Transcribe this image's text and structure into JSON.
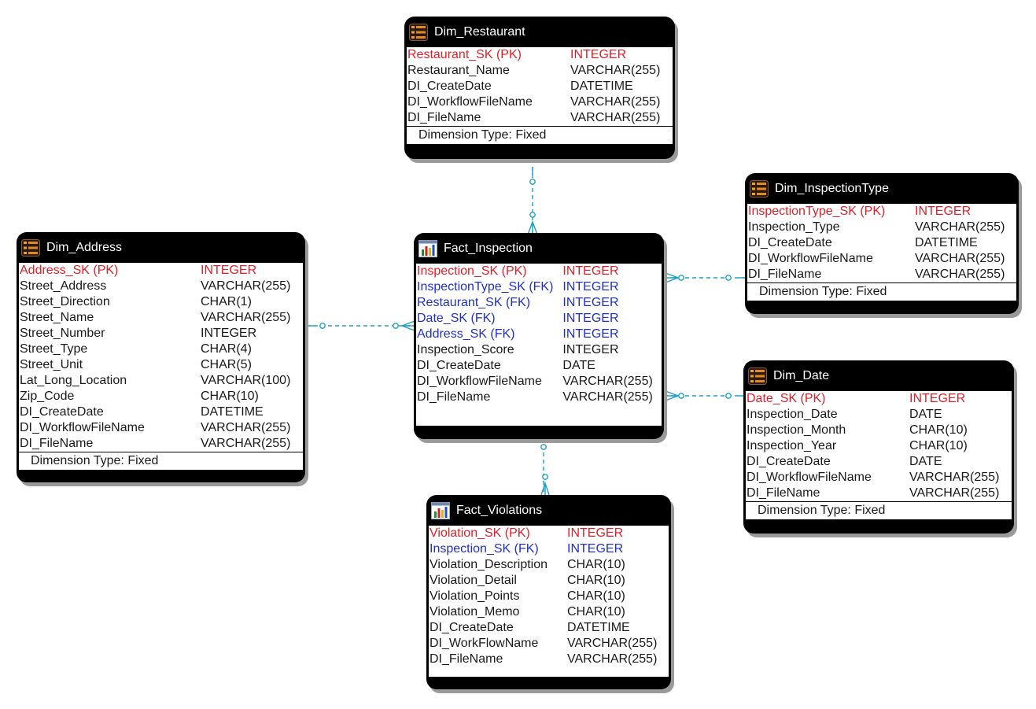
{
  "colors": {
    "pk": "#e0202a",
    "fk": "#2030c8",
    "connector": "#1ea0c8",
    "header": "#000000"
  },
  "icons": {
    "dimension": "list-icon",
    "fact": "table-chart-icon"
  },
  "entities": {
    "dim_restaurant": {
      "title": "Dim_Restaurant",
      "attributes": [
        {
          "name": "Restaurant_SK (PK)",
          "type": "INTEGER",
          "key": "pk"
        },
        {
          "name": "Restaurant_Name",
          "type": "VARCHAR(255)",
          "key": ""
        },
        {
          "name": "DI_CreateDate",
          "type": "DATETIME",
          "key": ""
        },
        {
          "name": "DI_WorkflowFileName",
          "type": "VARCHAR(255)",
          "key": ""
        },
        {
          "name": "DI_FileName",
          "type": "VARCHAR(255)",
          "key": ""
        }
      ],
      "footer": "Dimension Type: Fixed"
    },
    "dim_inspection_type": {
      "title": "Dim_InspectionType",
      "attributes": [
        {
          "name": "InspectionType_SK (PK)",
          "type": "INTEGER",
          "key": "pk"
        },
        {
          "name": "Inspection_Type",
          "type": "VARCHAR(255)",
          "key": ""
        },
        {
          "name": "DI_CreateDate",
          "type": "DATETIME",
          "key": ""
        },
        {
          "name": "DI_WorkflowFileName",
          "type": "VARCHAR(255)",
          "key": ""
        },
        {
          "name": "DI_FileName",
          "type": "VARCHAR(255)",
          "key": ""
        }
      ],
      "footer": "Dimension Type: Fixed"
    },
    "dim_address": {
      "title": "Dim_Address",
      "attributes": [
        {
          "name": "Address_SK (PK)",
          "type": "INTEGER",
          "key": "pk"
        },
        {
          "name": "Street_Address",
          "type": "VARCHAR(255)",
          "key": ""
        },
        {
          "name": "Street_Direction",
          "type": "CHAR(1)",
          "key": ""
        },
        {
          "name": "Street_Name",
          "type": "VARCHAR(255)",
          "key": ""
        },
        {
          "name": "Street_Number",
          "type": "INTEGER",
          "key": ""
        },
        {
          "name": "Street_Type",
          "type": "CHAR(4)",
          "key": ""
        },
        {
          "name": "Street_Unit",
          "type": "CHAR(5)",
          "key": ""
        },
        {
          "name": "Lat_Long_Location",
          "type": "VARCHAR(100)",
          "key": ""
        },
        {
          "name": "Zip_Code",
          "type": "CHAR(10)",
          "key": ""
        },
        {
          "name": "DI_CreateDate",
          "type": "DATETIME",
          "key": ""
        },
        {
          "name": "DI_WorkflowFileName",
          "type": "VARCHAR(255)",
          "key": ""
        },
        {
          "name": "DI_FileName",
          "type": "VARCHAR(255)",
          "key": ""
        }
      ],
      "footer": "Dimension Type: Fixed"
    },
    "fact_inspection": {
      "title": "Fact_Inspection",
      "attributes": [
        {
          "name": "Inspection_SK (PK)",
          "type": "INTEGER",
          "key": "pk"
        },
        {
          "name": "InspectionType_SK (FK)",
          "type": "INTEGER",
          "key": "fk"
        },
        {
          "name": "Restaurant_SK (FK)",
          "type": "INTEGER",
          "key": "fk"
        },
        {
          "name": "Date_SK (FK)",
          "type": "INTEGER",
          "key": "fk"
        },
        {
          "name": "Address_SK (FK)",
          "type": "INTEGER",
          "key": "fk"
        },
        {
          "name": "Inspection_Score",
          "type": "INTEGER",
          "key": ""
        },
        {
          "name": "DI_CreateDate",
          "type": "DATE",
          "key": ""
        },
        {
          "name": "DI_WorkflowFileName",
          "type": "VARCHAR(255)",
          "key": ""
        },
        {
          "name": "DI_FileName",
          "type": "VARCHAR(255)",
          "key": ""
        }
      ]
    },
    "dim_date": {
      "title": "Dim_Date",
      "attributes": [
        {
          "name": "Date_SK (PK)",
          "type": "INTEGER",
          "key": "pk"
        },
        {
          "name": "Inspection_Date",
          "type": "DATE",
          "key": ""
        },
        {
          "name": "Inspection_Month",
          "type": "CHAR(10)",
          "key": ""
        },
        {
          "name": "Inspection_Year",
          "type": "CHAR(10)",
          "key": ""
        },
        {
          "name": "DI_CreateDate",
          "type": "DATE",
          "key": ""
        },
        {
          "name": "DI_WorkflowFileName",
          "type": "VARCHAR(255)",
          "key": ""
        },
        {
          "name": "DI_FileName",
          "type": "VARCHAR(255)",
          "key": ""
        }
      ],
      "footer": "Dimension Type: Fixed"
    },
    "fact_violations": {
      "title": "Fact_Violations",
      "attributes": [
        {
          "name": "Violation_SK (PK)",
          "type": "INTEGER",
          "key": "pk"
        },
        {
          "name": "Inspection_SK (FK)",
          "type": "INTEGER",
          "key": "fk"
        },
        {
          "name": "Violation_Description",
          "type": "CHAR(10)",
          "key": ""
        },
        {
          "name": "Violation_Detail",
          "type": "CHAR(10)",
          "key": ""
        },
        {
          "name": "Violation_Points",
          "type": "CHAR(10)",
          "key": ""
        },
        {
          "name": "Violation_Memo",
          "type": "CHAR(10)",
          "key": ""
        },
        {
          "name": "DI_CreateDate",
          "type": "DATETIME",
          "key": ""
        },
        {
          "name": "DI_WorkFlowName",
          "type": "VARCHAR(255)",
          "key": ""
        },
        {
          "name": "DI_FileName",
          "type": "VARCHAR(255)",
          "key": ""
        }
      ]
    }
  },
  "relationships": [
    {
      "from": "dim_restaurant",
      "to": "fact_inspection",
      "cardinality": "one-to-many"
    },
    {
      "from": "dim_inspection_type",
      "to": "fact_inspection",
      "cardinality": "one-to-many"
    },
    {
      "from": "dim_address",
      "to": "fact_inspection",
      "cardinality": "one-to-many"
    },
    {
      "from": "dim_date",
      "to": "fact_inspection",
      "cardinality": "one-to-many"
    },
    {
      "from": "fact_inspection",
      "to": "fact_violations",
      "cardinality": "one-to-many"
    }
  ]
}
